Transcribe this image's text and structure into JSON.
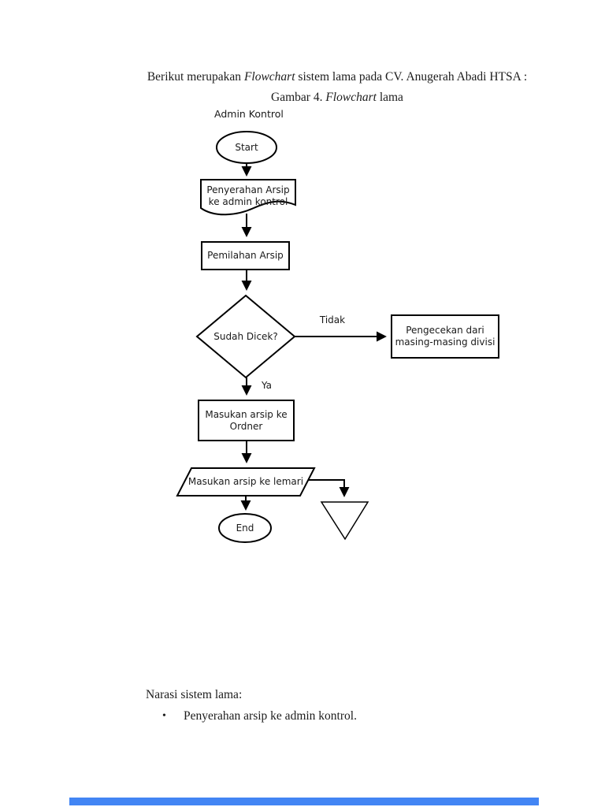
{
  "page": {
    "intro": {
      "pre": "Berikut merupakan ",
      "italic": "Flowchart",
      "post": " sistem lama pada CV. Anugerah Abadi HTSA :"
    },
    "caption": {
      "pre": "Gambar 4. ",
      "italic": "Flowchart",
      "post": " lama"
    }
  },
  "flowchart": {
    "lane_label": "Admin Kontrol",
    "nodes": {
      "start": "Start",
      "document_line1": "Penyerahan Arsip",
      "document_line2": "ke admin kontrol",
      "process1": "Pemilahan Arsip",
      "decision": "Sudah Dicek?",
      "alt_line1": "Pengecekan dari",
      "alt_line2": "masing-masing divisi",
      "process2_line1": "Masukan arsip ke",
      "process2_line2": "Ordner",
      "io": "Masukan arsip ke lemari",
      "end": "End"
    },
    "edge_labels": {
      "no": "Tidak",
      "yes": "Ya"
    },
    "stroke_color": "#000000",
    "fill_color": "#ffffff"
  },
  "narration": {
    "heading": "Narasi sistem lama:",
    "bullet_glyph": "•",
    "bullets": [
      "Penyerahan arsip ke admin kontrol."
    ]
  },
  "footer": {
    "bar_color": "#4285f4"
  }
}
